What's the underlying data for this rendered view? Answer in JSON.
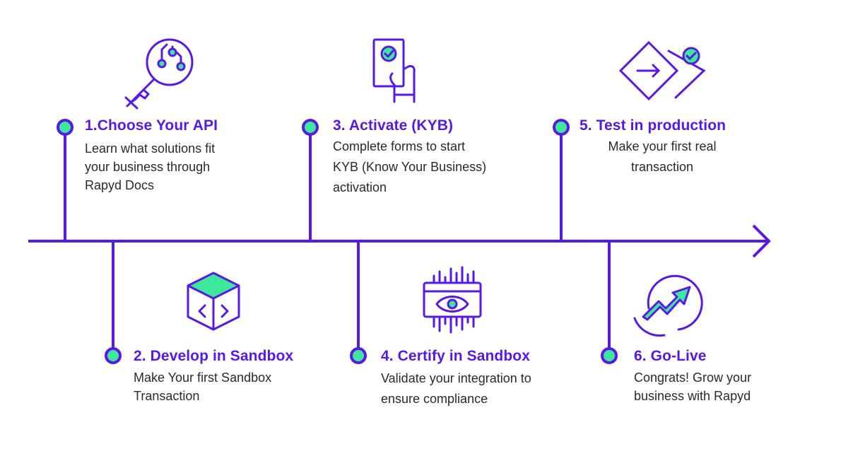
{
  "colors": {
    "purple": "#5a18e6",
    "green": "#3ee89a",
    "text": "#2a2a2a",
    "background": "#ffffff"
  },
  "steps": [
    {
      "title": "1.Choose Your API",
      "lines": [
        "Learn what solutions fit",
        "your business through",
        "Rapyd Docs"
      ],
      "icon": "key-circuit-icon",
      "position": "above"
    },
    {
      "title": "2. Develop in Sandbox",
      "lines": [
        "Make Your first Sandbox",
        "Transaction"
      ],
      "icon": "code-cube-icon",
      "position": "below"
    },
    {
      "title": "3. Activate (KYB)",
      "lines": [
        "Complete forms to start",
        "KYB (Know Your Business)",
        "activation"
      ],
      "icon": "phone-check-icon",
      "position": "above"
    },
    {
      "title": "4. Certify in Sandbox",
      "lines": [
        "Validate your integration to",
        "ensure compliance"
      ],
      "icon": "eye-chip-icon",
      "position": "below"
    },
    {
      "title": "5. Test in production",
      "lines": [
        "Make your first real",
        "transaction"
      ],
      "icon": "arrow-diamond-check-icon",
      "position": "above"
    },
    {
      "title": "6. Go-Live",
      "lines": [
        "Congrats! Grow your",
        "business with Rapyd"
      ],
      "icon": "trend-arrow-icon",
      "position": "below"
    }
  ]
}
